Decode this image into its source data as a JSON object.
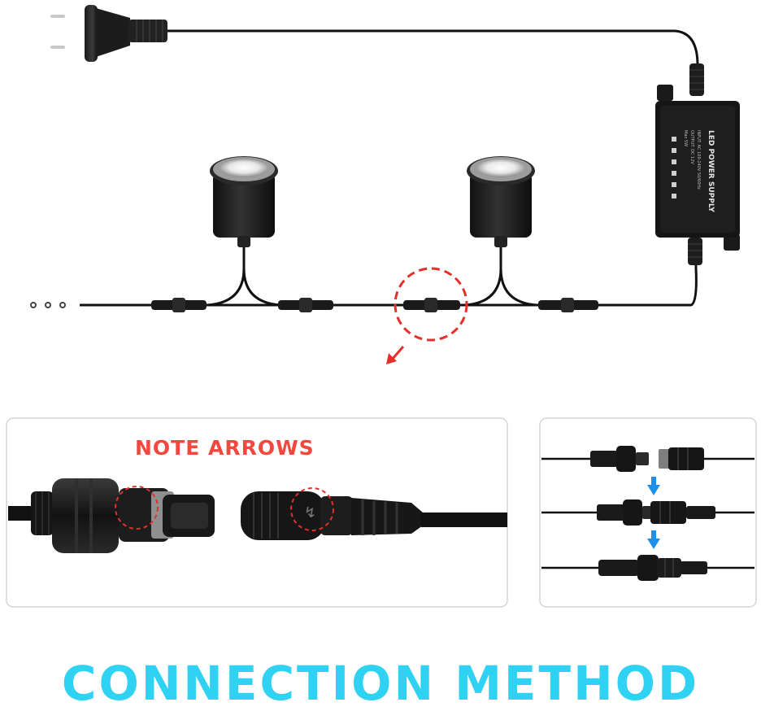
{
  "power_supply": {
    "label": "LED POWER SUPPLY",
    "spec_lines": [
      "INPUT: AC 100-240V 50/60Hz",
      "OUTPUT: DC 12V",
      "Max 5W"
    ]
  },
  "note_arrows_label": "NOTE ARROWS",
  "footer_title": "CONNECTION METHOD",
  "colors": {
    "accent_red": "#f4473d",
    "accent_blue": "#2fd2f2",
    "arrow_blue": "#1e90e8",
    "cable": "#111111"
  },
  "icons": [
    "eu-plug-icon",
    "led-power-supply-icon",
    "spot-light-icon",
    "waterproof-connector-icon",
    "down-arrow-icon"
  ]
}
